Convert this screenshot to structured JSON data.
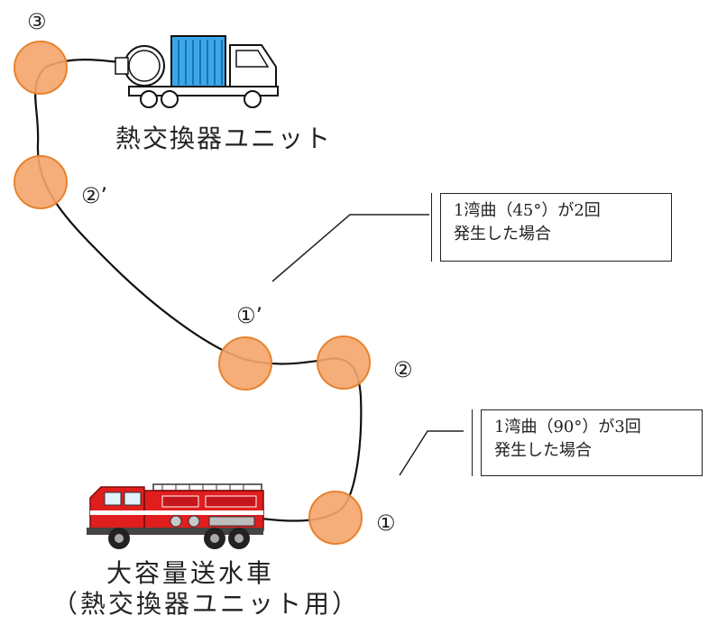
{
  "labels": {
    "point_3": "③",
    "point_2_prime": "②’",
    "point_1_prime": "①’",
    "point_2": "②",
    "point_1": "①",
    "heat_exchanger_unit": "熱交換器ユニット",
    "truck_name": "大容量送水車",
    "truck_subtitle": "（熱交換器ユニット用）"
  },
  "callouts": {
    "bend_45": {
      "line1": "1湾曲（45°）が2回",
      "line2": "発生した場合"
    },
    "bend_90": {
      "line1": "1湾曲（90°）が3回",
      "line2": "発生した場合"
    }
  },
  "colors": {
    "bend_marker_fill": "#F4A56C",
    "bend_marker_stroke": "#E8822E",
    "fire_truck_red": "#E01E1E",
    "container_blue": "#3AA8E8"
  },
  "icons": {
    "heat_exchanger_unit": "truck-with-container-icon",
    "fire_truck": "fire-truck-icon"
  }
}
